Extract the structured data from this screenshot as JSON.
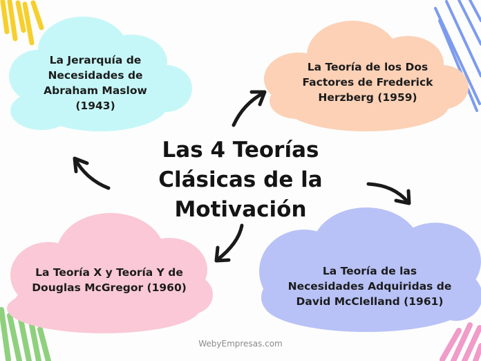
{
  "center": {
    "title": "Las 4 Teorías Clásicas de la Motivación"
  },
  "theories": [
    {
      "name": "La Jerarquía de Necesidades de Abraham Maslow (1943)",
      "color": "#c6f7f8"
    },
    {
      "name": "La Teoría de los Dos Factores de Frederick Herzberg (1959)",
      "color": "#fcd1b6"
    },
    {
      "name": "La Teoría de las Necesidades Adquiridas de David McClelland (1961)",
      "color": "#b8c2f7"
    },
    {
      "name": "La Teoría X y Teoría Y de Douglas McGregor (1960)",
      "color": "#fac8d6"
    }
  ],
  "watermark": "WebyEmpresas.com",
  "colors": {
    "background": "#fdfdfd",
    "text": "#1c1c1c",
    "arrow": "#1a1a1a",
    "scribble_yellow": "#f7cf2c",
    "scribble_blue": "#7d9bee",
    "scribble_green": "#8fd07e",
    "scribble_pink": "#f09bc8"
  }
}
